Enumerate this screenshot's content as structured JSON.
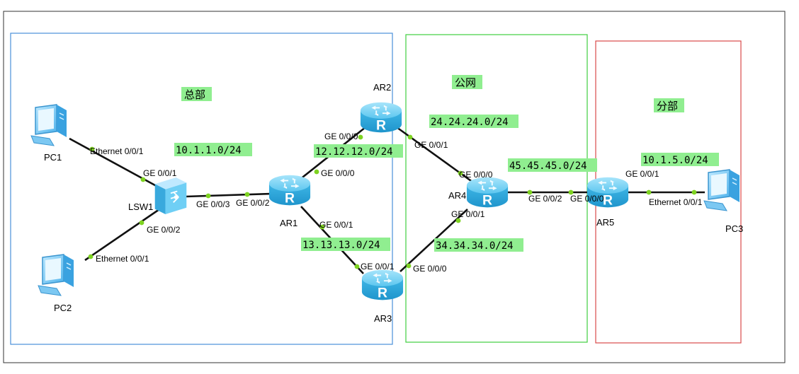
{
  "zones": [
    {
      "id": "hq",
      "label": "总部",
      "color": "#4a90d9"
    },
    {
      "id": "public",
      "label": "公网",
      "color": "#3fcf3f"
    },
    {
      "id": "branch",
      "label": "分部",
      "color": "#d94a4a"
    }
  ],
  "devices": [
    {
      "id": "pc1",
      "label": "PC1",
      "type": "pc"
    },
    {
      "id": "pc2",
      "label": "PC2",
      "type": "pc"
    },
    {
      "id": "pc3",
      "label": "PC3",
      "type": "pc"
    },
    {
      "id": "lsw1",
      "label": "LSW1",
      "type": "switch"
    },
    {
      "id": "ar1",
      "label": "AR1",
      "type": "router"
    },
    {
      "id": "ar2",
      "label": "AR2",
      "type": "router"
    },
    {
      "id": "ar3",
      "label": "AR3",
      "type": "router"
    },
    {
      "id": "ar4",
      "label": "AR4",
      "type": "router"
    },
    {
      "id": "ar5",
      "label": "AR5",
      "type": "router"
    }
  ],
  "links": [
    {
      "id": "pc1-lsw1",
      "a_port": "Ethernet 0/0/1",
      "b_port": "GE 0/0/1"
    },
    {
      "id": "pc2-lsw1",
      "a_port": "Ethernet 0/0/1",
      "b_port": "GE 0/0/2"
    },
    {
      "id": "lsw1-ar1",
      "a_port": "GE 0/0/3",
      "b_port": "GE 0/0/2"
    },
    {
      "id": "ar1-ar2",
      "a_port": "GE 0/0/0",
      "b_port": "GE 0/0/0"
    },
    {
      "id": "ar1-ar3",
      "a_port": "GE 0/0/1",
      "b_port": "GE 0/0/1"
    },
    {
      "id": "ar2-ar4",
      "a_port": "GE 0/0/1",
      "b_port": "GE 0/0/0"
    },
    {
      "id": "ar3-ar4",
      "a_port": "GE 0/0/0",
      "b_port": "GE 0/0/1"
    },
    {
      "id": "ar4-ar5",
      "a_port": "GE 0/0/2",
      "b_port": "GE 0/0/0"
    },
    {
      "id": "ar5-pc3",
      "a_port": "GE 0/0/1",
      "b_port": "Ethernet 0/0/1"
    }
  ],
  "networks": [
    {
      "id": "net-hq-lan",
      "label": "10.1.1.0/24"
    },
    {
      "id": "net-ar1-ar2",
      "label": "12.12.12.0/24"
    },
    {
      "id": "net-ar1-ar3",
      "label": "13.13.13.0/24"
    },
    {
      "id": "net-ar2-ar4",
      "label": "24.24.24.0/24"
    },
    {
      "id": "net-ar3-ar4",
      "label": "34.34.34.0/24"
    },
    {
      "id": "net-ar4-ar5",
      "label": "45.45.45.0/24"
    },
    {
      "id": "net-branch-lan",
      "label": "10.1.5.0/24"
    }
  ],
  "colors": {
    "label_bg": "#90ee90",
    "router_fill": "#5bc8f0",
    "port_dot": "#7ed321",
    "link": "#111111"
  }
}
